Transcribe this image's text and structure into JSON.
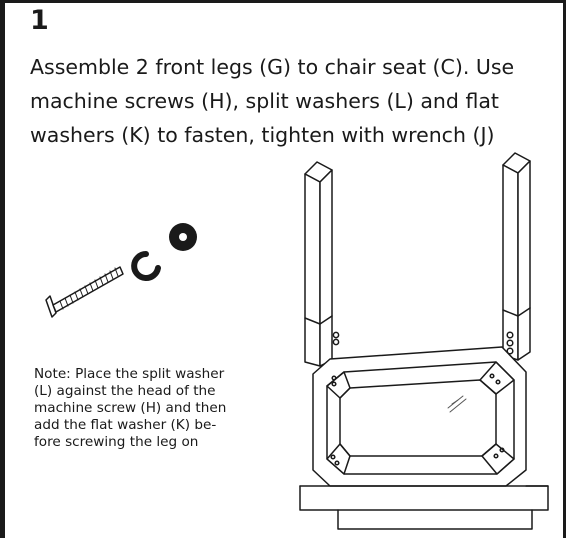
{
  "step": {
    "number": "1",
    "instruction_lines": [
      "Assemble 2 front legs (G) to chair seat (C).  Use",
      "machine screws (H), split washers (L) and flat",
      "washers (K) to fasten, tighten with wrench (J)"
    ]
  },
  "note": {
    "lines": [
      "Note: Place the split washer",
      "(L) against the head of the",
      "machine screw (H) and then",
      "add the flat washer (K) be-",
      "fore screwing the leg on"
    ]
  },
  "colors": {
    "ink": "#1a1a1a",
    "background": "#ffffff"
  },
  "icons": [
    "machine-screw-icon",
    "split-washer-icon",
    "flat-washer-icon",
    "chair-seat-drawing",
    "front-leg-drawing"
  ]
}
